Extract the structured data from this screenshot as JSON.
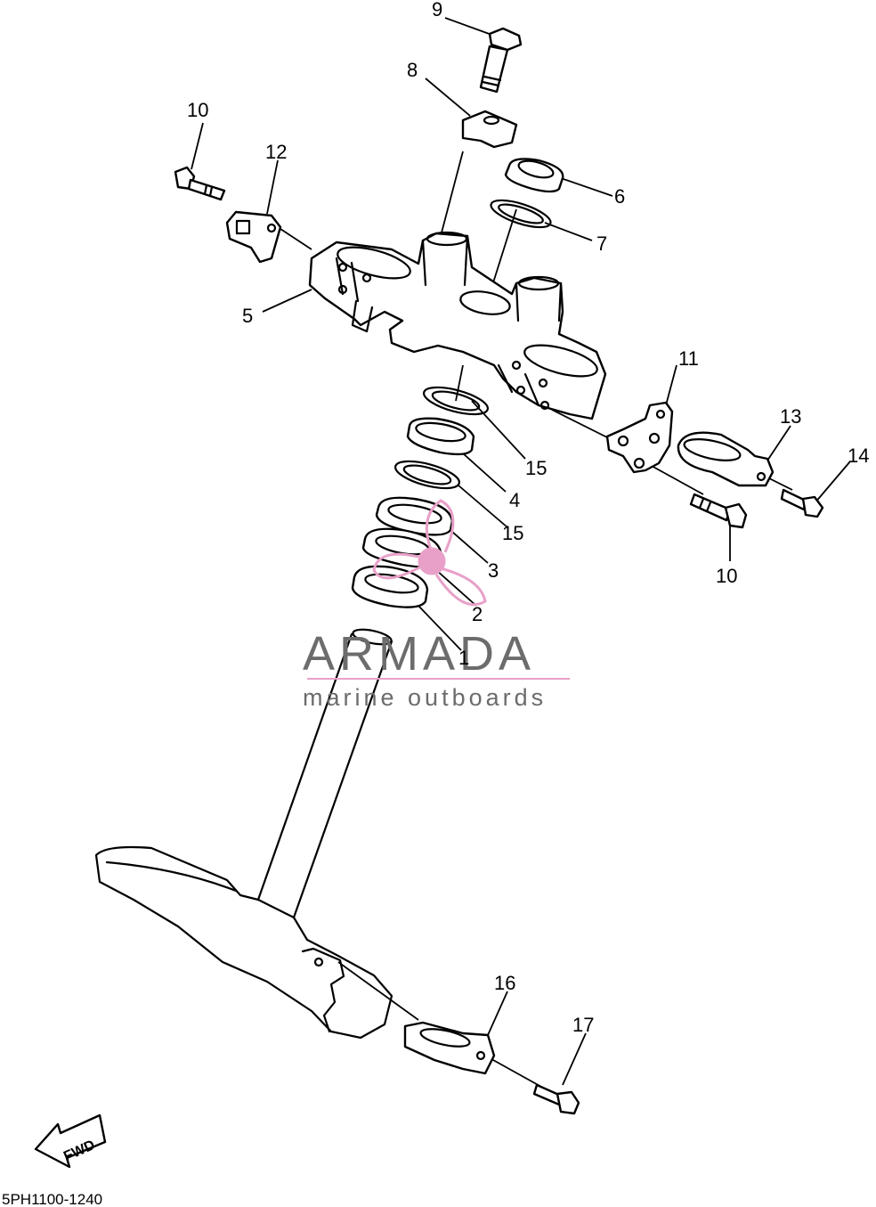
{
  "callouts": [
    {
      "id": "c1",
      "text": "1"
    },
    {
      "id": "c2",
      "text": "2"
    },
    {
      "id": "c3",
      "text": "3"
    },
    {
      "id": "c4",
      "text": "4"
    },
    {
      "id": "c5",
      "text": "5"
    },
    {
      "id": "c6",
      "text": "6"
    },
    {
      "id": "c7",
      "text": "7"
    },
    {
      "id": "c8",
      "text": "8"
    },
    {
      "id": "c9",
      "text": "9"
    },
    {
      "id": "c10a",
      "text": "10"
    },
    {
      "id": "c10b",
      "text": "10"
    },
    {
      "id": "c11",
      "text": "11"
    },
    {
      "id": "c12",
      "text": "12"
    },
    {
      "id": "c13",
      "text": "13"
    },
    {
      "id": "c14",
      "text": "14"
    },
    {
      "id": "c15a",
      "text": "15"
    },
    {
      "id": "c15b",
      "text": "15"
    },
    {
      "id": "c16",
      "text": "16"
    },
    {
      "id": "c17",
      "text": "17"
    }
  ],
  "fwd_label": "FWD",
  "diagram_code": "5PH1100-1240",
  "watermark": {
    "brand": "ARMADA",
    "tagline": "marine outboards",
    "text_color": "#6c6c6c",
    "accent_color": "#e8a0c8"
  }
}
